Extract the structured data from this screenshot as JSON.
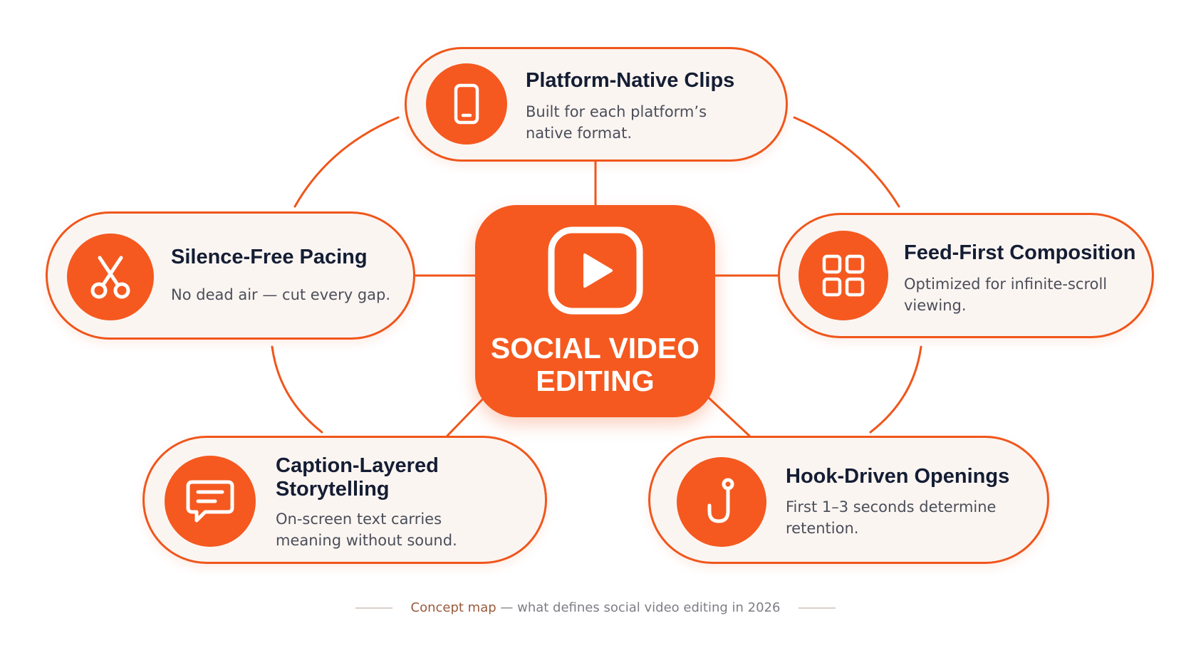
{
  "diagram": {
    "center": {
      "title": "SOCIAL VIDEO\nEDITING",
      "icon": "play-button-icon"
    },
    "nodes": [
      {
        "id": "platform-native-clips",
        "title": "Platform-Native Clips",
        "description": "Built for each platform’s native format.",
        "icon": "smartphone-icon"
      },
      {
        "id": "silence-free-pacing",
        "title": "Silence-Free Pacing",
        "description": "No dead air — cut every gap.",
        "icon": "scissors-icon"
      },
      {
        "id": "feed-first-composition",
        "title": "Feed-First Composition",
        "description": "Optimized for infinite-scroll viewing.",
        "icon": "grid-icon"
      },
      {
        "id": "caption-layered-storytelling",
        "title": "Caption-Layered Storytelling",
        "description": "On-screen text carries meaning without sound.",
        "icon": "speech-bubble-icon"
      },
      {
        "id": "hook-driven-openings",
        "title": "Hook-Driven Openings",
        "description": "First 1–3 seconds determine retention.",
        "icon": "fishing-hook-icon"
      }
    ]
  },
  "caption": {
    "strong": "Concept map",
    "rest": " — what defines social video editing in 2026"
  },
  "colors": {
    "accent": "#f5591f",
    "node_background": "#fbf5f2",
    "title_text": "#141d33",
    "body_text": "#4b4e59"
  }
}
